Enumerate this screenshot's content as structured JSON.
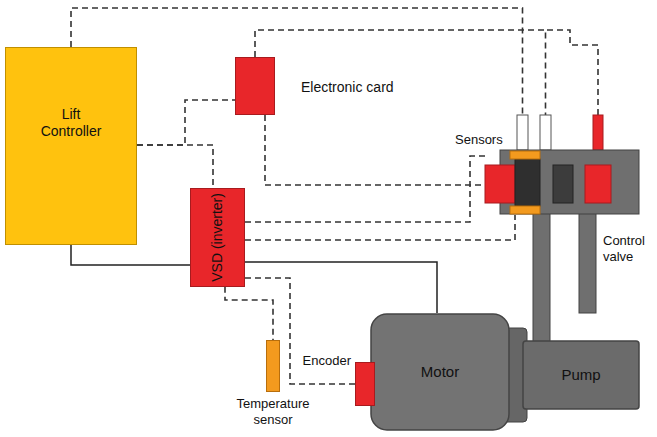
{
  "diagram": {
    "nodes": [
      {
        "text": [
          "Lift Controller"
        ]
      },
      {
        "text": [
          "Electronic card"
        ]
      },
      {
        "text": [
          "VSD (inverter)"
        ]
      },
      {
        "text": [
          "Control valve"
        ]
      },
      {
        "text": [
          "Temperature sensor"
        ]
      },
      {
        "text": [
          "Encoder"
        ]
      },
      {
        "text": [
          "Motor"
        ]
      },
      {
        "text": [
          "Pump"
        ]
      }
    ],
    "edges": [
      {
        "from": 0,
        "to": 3,
        "arrow": "none"
      },
      {
        "from": 1,
        "to": 3,
        "arrow": "none"
      },
      {
        "from": 0,
        "to": 1,
        "arrow": "none"
      },
      {
        "from": 0,
        "to": 2,
        "arrow": "none"
      },
      {
        "from": 1,
        "to": 3,
        "arrow": "none"
      },
      {
        "from": 2,
        "to": 3,
        "arrow": "none"
      },
      {
        "from": 2,
        "to": 3,
        "arrow": "none"
      },
      {
        "from": 2,
        "to": 4,
        "arrow": "none"
      },
      {
        "from": 2,
        "to": 5,
        "arrow": "none"
      },
      {
        "from": 0,
        "to": 2,
        "arrow": "none"
      },
      {
        "from": 2,
        "to": 6,
        "arrow": "none"
      }
    ],
    "labels": [
      "Sensors"
    ]
  }
}
